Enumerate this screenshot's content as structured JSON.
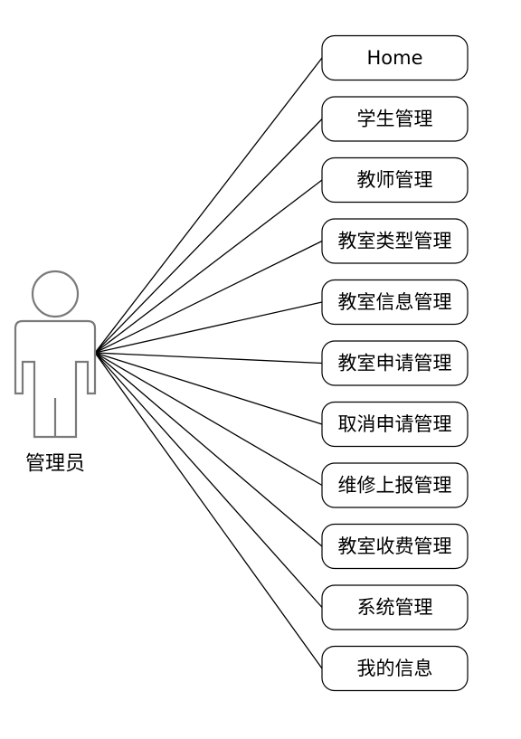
{
  "actor": {
    "label": "管理员",
    "icon": "person-icon"
  },
  "use_cases": [
    {
      "label": "Home"
    },
    {
      "label": "学生管理"
    },
    {
      "label": "教师管理"
    },
    {
      "label": "教室类型管理"
    },
    {
      "label": "教室信息管理"
    },
    {
      "label": "教室申请管理"
    },
    {
      "label": "取消申请管理"
    },
    {
      "label": "维修上报管理"
    },
    {
      "label": "教室收费管理"
    },
    {
      "label": "系统管理"
    },
    {
      "label": "我的信息"
    }
  ]
}
